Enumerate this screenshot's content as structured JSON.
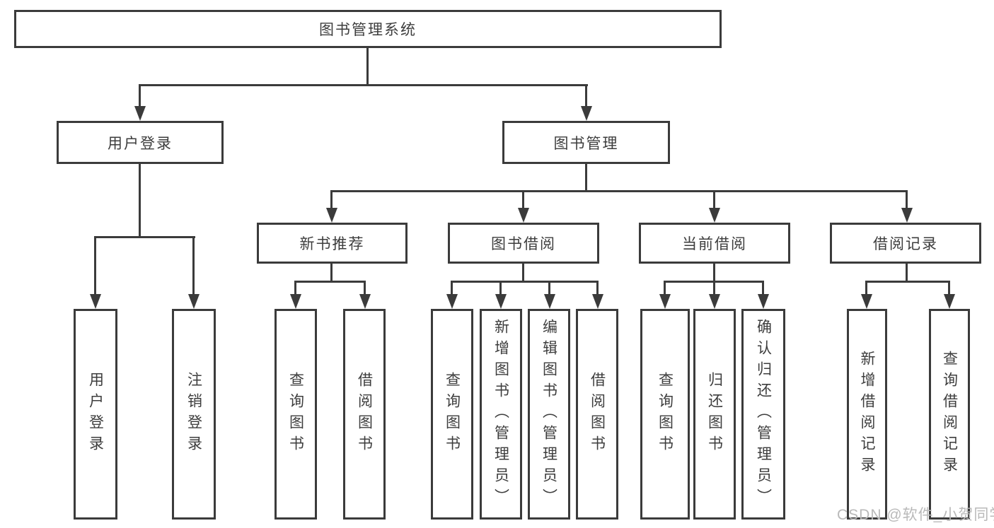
{
  "colors": {
    "line": "#3b3b3b",
    "text": "#3d3d3d",
    "watermark": "#b9b9b9",
    "box_bg": "#ffffff"
  },
  "diagram": {
    "root": {
      "label": "图书管理系统"
    },
    "level1": [
      {
        "id": "user-login",
        "label": "用户登录"
      },
      {
        "id": "book-management",
        "label": "图书管理"
      }
    ],
    "level2": [
      {
        "id": "new-book-recommend",
        "label": "新书推荐",
        "parent": "book-management"
      },
      {
        "id": "book-borrowing",
        "label": "图书借阅",
        "parent": "book-management"
      },
      {
        "id": "current-borrowing",
        "label": "当前借阅",
        "parent": "book-management"
      },
      {
        "id": "borrowing-records",
        "label": "借阅记录",
        "parent": "book-management"
      }
    ],
    "leaves": [
      {
        "id": "user-login-leaf",
        "label": "用户登录",
        "parent": "user-login"
      },
      {
        "id": "logout",
        "label": "注销登录",
        "parent": "user-login"
      },
      {
        "id": "query-books-1",
        "label": "查询图书",
        "parent": "new-book-recommend"
      },
      {
        "id": "borrow-books-1",
        "label": "借阅图书",
        "parent": "new-book-recommend"
      },
      {
        "id": "query-books-2",
        "label": "查询图书",
        "parent": "book-borrowing"
      },
      {
        "id": "add-books-admin",
        "label": "新增图书（管理员）",
        "parent": "book-borrowing"
      },
      {
        "id": "edit-books-admin",
        "label": "编辑图书（管理员）",
        "parent": "book-borrowing"
      },
      {
        "id": "borrow-books-2",
        "label": "借阅图书",
        "parent": "book-borrowing"
      },
      {
        "id": "query-books-3",
        "label": "查询图书",
        "parent": "current-borrowing"
      },
      {
        "id": "return-books",
        "label": "归还图书",
        "parent": "current-borrowing"
      },
      {
        "id": "confirm-return-admin",
        "label": "确认归还（管理员）",
        "parent": "current-borrowing"
      },
      {
        "id": "add-borrow-record",
        "label": "新增借阅记录",
        "parent": "borrowing-records"
      },
      {
        "id": "query-borrow-record",
        "label": "查询借阅记录",
        "parent": "borrowing-records"
      }
    ]
  },
  "watermark": {
    "text": "CSDN @软件_小贺同学"
  }
}
